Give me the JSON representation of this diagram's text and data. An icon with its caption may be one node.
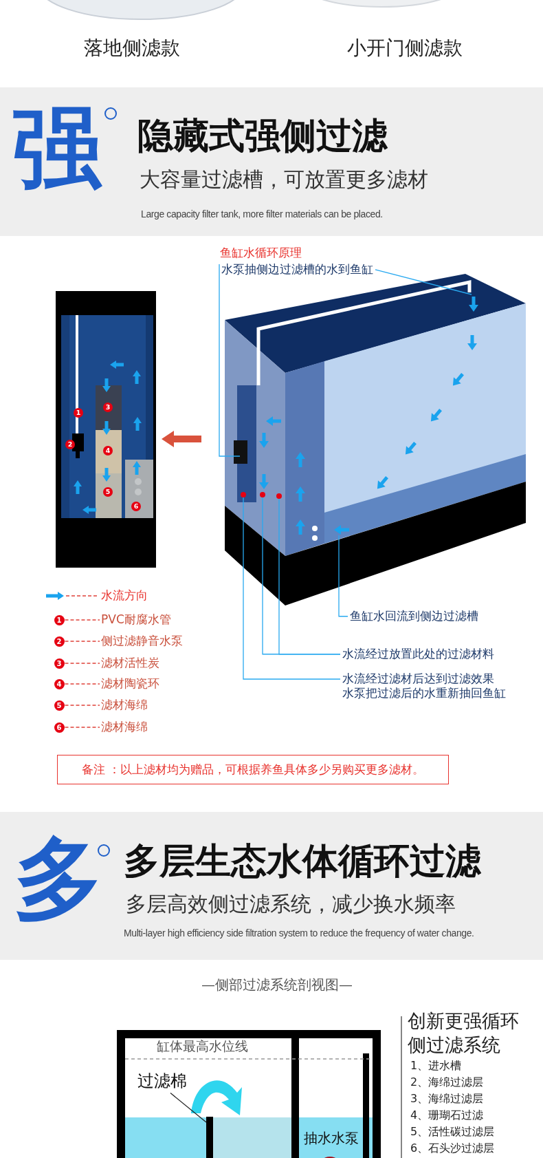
{
  "diagram": {
    "nodes": [
      {
        "text": [
          "水泵抽侧边过滤槽的水到鱼缸"
        ]
      },
      {
        "text": [
          "鱼缸水回流到侧边过滤槽"
        ]
      },
      {
        "text": [
          "水流经过放置此处的过滤材料"
        ]
      },
      {
        "text": [
          "水流经过滤材后达到过滤效果",
          "水泵把过滤后的水重新抽回鱼缸"
        ]
      },
      {
        "text": [],
        "shape": "circle"
      },
      {
        "text": [],
        "shape": "circle"
      },
      {
        "text": [],
        "shape": "circle"
      },
      {
        "text": [
          "1"
        ]
      },
      {
        "text": [
          "2"
        ]
      },
      {
        "text": [
          "3"
        ]
      },
      {
        "text": [
          "4"
        ]
      },
      {
        "text": [
          "5"
        ]
      },
      {
        "text": [
          "6"
        ]
      },
      {
        "text": [
          "PVC耐腐水管"
        ]
      },
      {
        "text": [
          "侧过滤静音水泵"
        ]
      },
      {
        "text": [
          "滤材活性炭"
        ]
      },
      {
        "text": [
          "滤材陶瓷环"
        ]
      },
      {
        "text": [
          "滤材海绵"
        ]
      },
      {
        "text": [
          "滤材海绵"
        ]
      },
      {
        "text": [
          "备注 ：以上滤材均为赠品，可根据养鱼具体多少另购买更多滤材。"
        ]
      },
      {
        "text": [
          "过滤棉"
        ]
      },
      {
        "text": [],
        "shape": "bar"
      }
    ],
    "edges": [
      {
        "from": 0,
        "to": null,
        "arrow": "none",
        "color": "#29a9f0"
      },
      {
        "from": 0,
        "to": null,
        "arrow": "none",
        "color": "#29a9f0"
      },
      {
        "from": 1,
        "to": null,
        "arrow": "none",
        "color": "#29a9f0"
      },
      {
        "from": 2,
        "to": 5,
        "arrow": "none",
        "color": "#29a9f0"
      },
      {
        "from": 2,
        "to": 6,
        "arrow": "none",
        "color": "#29a9f0"
      },
      {
        "from": 3,
        "to": 4,
        "arrow": "none",
        "color": "#29a9f0"
      },
      {
        "from": 7,
        "to": 13,
        "arrow": "none",
        "style": "dashed",
        "color": "#e0413a"
      },
      {
        "from": 8,
        "to": 14,
        "arrow": "none",
        "style": "dashed",
        "color": "#e0413a"
      },
      {
        "from": 9,
        "to": 15,
        "arrow": "none",
        "style": "dashed",
        "color": "#e0413a"
      },
      {
        "from": 10,
        "to": 16,
        "arrow": "none",
        "style": "dashed",
        "color": "#e0413a"
      },
      {
        "from": 11,
        "to": 17,
        "arrow": "none",
        "style": "dashed",
        "color": "#e0413a"
      },
      {
        "from": 12,
        "to": 18,
        "arrow": "none",
        "style": "dashed",
        "color": "#e0413a"
      },
      {
        "from": 20,
        "to": 21,
        "arrow": "none",
        "color": "#222222"
      }
    ],
    "labels": [
      "落地侧滤款",
      "小开门侧滤款",
      "强",
      "隐藏式强侧过滤",
      "大容量过滤槽，可放置更多滤材",
      "Large capacity filter tank, more filter materials can be placed.",
      "鱼缸水循环原理",
      "1",
      "2",
      "3",
      "4",
      "5",
      "6",
      "多",
      "多层生态水体循环过滤",
      "多层高效侧过滤系统，减少换水频率",
      "Multi-layer high efficiency side filtration system to reduce the frequency of water change.",
      "—侧部过滤系统剖视图—",
      "缸体最高水位线",
      "抽水水泵",
      "创新更强循环侧过滤系统",
      "1、进水槽",
      "2、海绵过滤层",
      "3、海绵过滤层",
      "4、珊瑚石过滤",
      "5、活性碳过滤层",
      "6、石头沙过滤层"
    ],
    "legend": [
      {
        "text": "水流方向"
      }
    ]
  }
}
